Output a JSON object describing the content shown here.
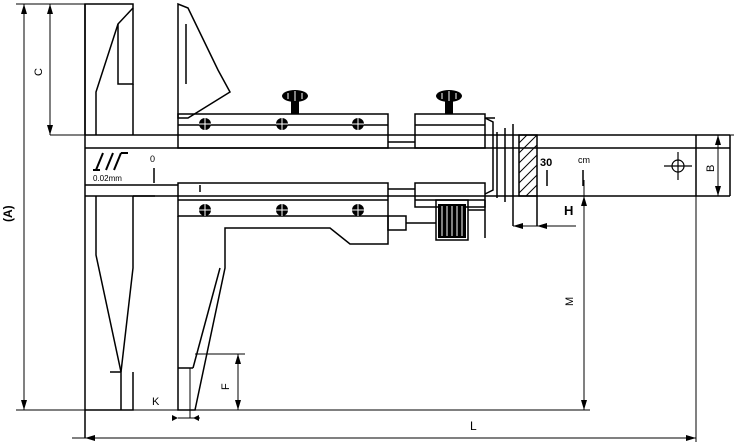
{
  "labels": {
    "A": "(A)",
    "C": "C",
    "B": "B",
    "H": "H",
    "M": "M",
    "K": "K",
    "F": "F",
    "L": "L",
    "zero": "0",
    "thirty": "30",
    "cm": "cm",
    "resolution": "0.02mm"
  },
  "icons": {
    "logo": "brand-logo-mark",
    "screw": "thumb-screw",
    "crosshair": "crosshair"
  }
}
